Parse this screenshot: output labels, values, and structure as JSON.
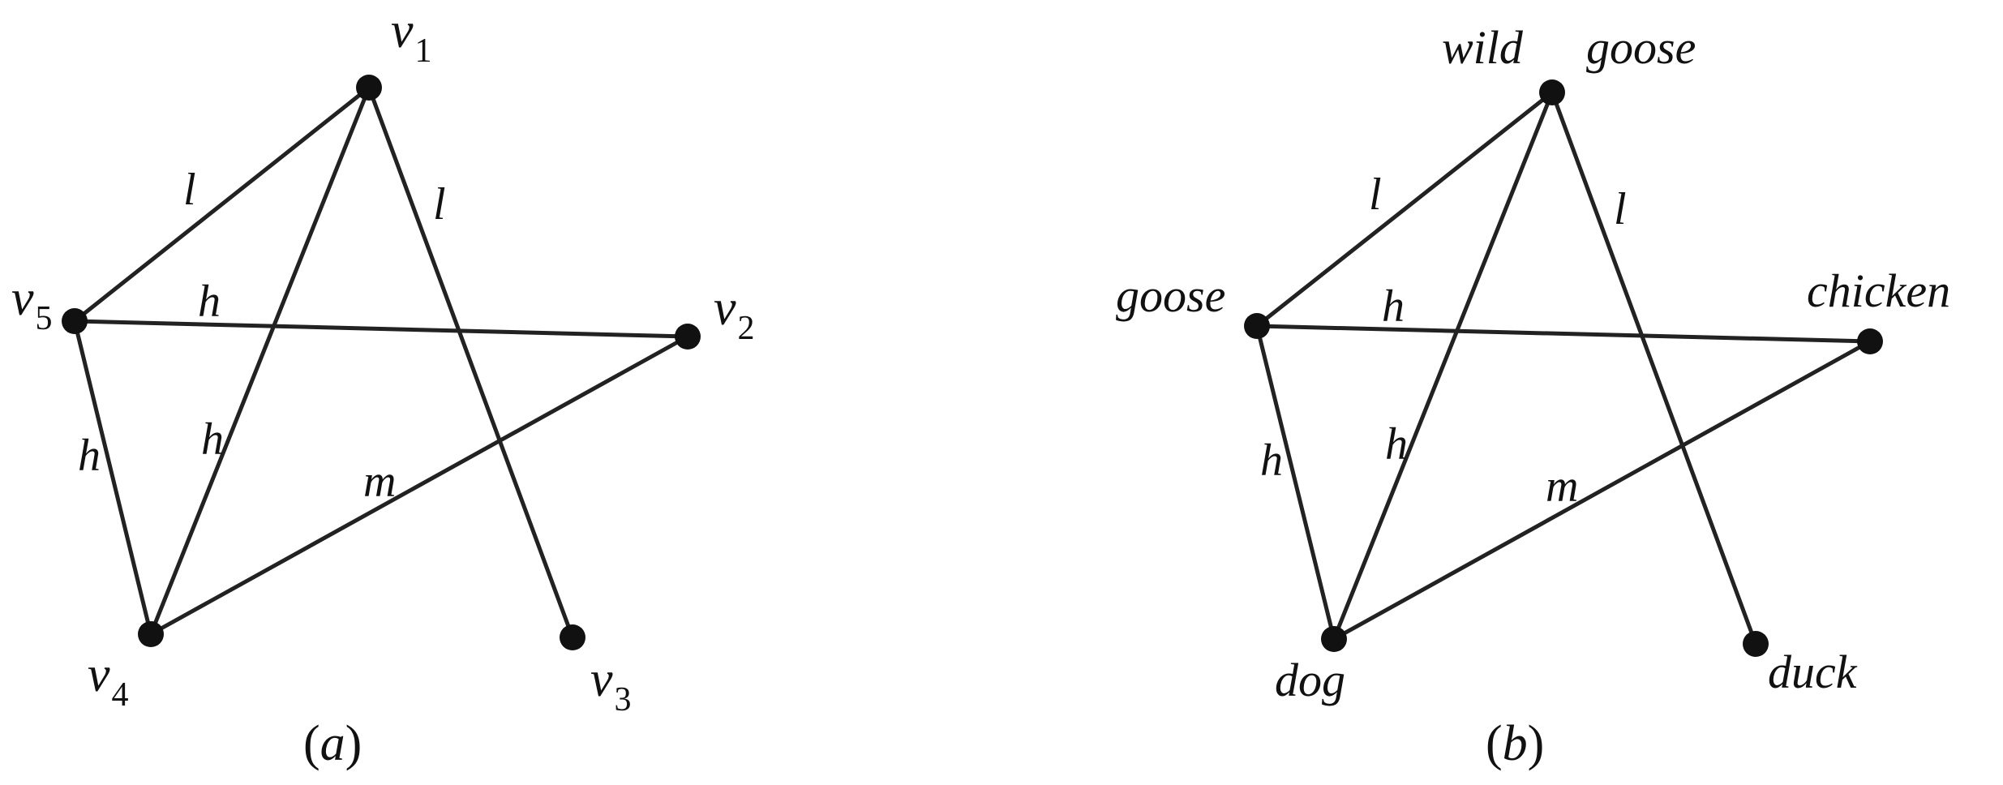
{
  "graph_a": {
    "caption_letter": "a",
    "vertices": [
      {
        "id": "v1",
        "letter": "v",
        "sub": "1"
      },
      {
        "id": "v2",
        "letter": "v",
        "sub": "2"
      },
      {
        "id": "v3",
        "letter": "v",
        "sub": "3"
      },
      {
        "id": "v4",
        "letter": "v",
        "sub": "4"
      },
      {
        "id": "v5",
        "letter": "v",
        "sub": "5"
      }
    ],
    "edges": [
      {
        "from": "v1",
        "to": "v5",
        "label": "l"
      },
      {
        "from": "v1",
        "to": "v3",
        "label": "l"
      },
      {
        "from": "v1",
        "to": "v4",
        "label": "h"
      },
      {
        "from": "v5",
        "to": "v2",
        "label": "h"
      },
      {
        "from": "v5",
        "to": "v4",
        "label": "h"
      },
      {
        "from": "v4",
        "to": "v2",
        "label": "m"
      }
    ]
  },
  "graph_b": {
    "caption_letter": "b",
    "vertices": [
      {
        "id": "wild-goose",
        "words": [
          "wild",
          "goose"
        ]
      },
      {
        "id": "chicken",
        "words": [
          "chicken"
        ]
      },
      {
        "id": "duck",
        "words": [
          "duck"
        ]
      },
      {
        "id": "dog",
        "words": [
          "dog"
        ]
      },
      {
        "id": "goose",
        "words": [
          "goose"
        ]
      }
    ],
    "edges": [
      {
        "from": "wild-goose",
        "to": "goose",
        "label": "l"
      },
      {
        "from": "wild-goose",
        "to": "duck",
        "label": "l"
      },
      {
        "from": "wild-goose",
        "to": "dog",
        "label": "h"
      },
      {
        "from": "goose",
        "to": "chicken",
        "label": "h"
      },
      {
        "from": "goose",
        "to": "dog",
        "label": "h"
      },
      {
        "from": "dog",
        "to": "chicken",
        "label": "m"
      }
    ]
  },
  "caption_parens": {
    "open": "(",
    "close": ")"
  }
}
